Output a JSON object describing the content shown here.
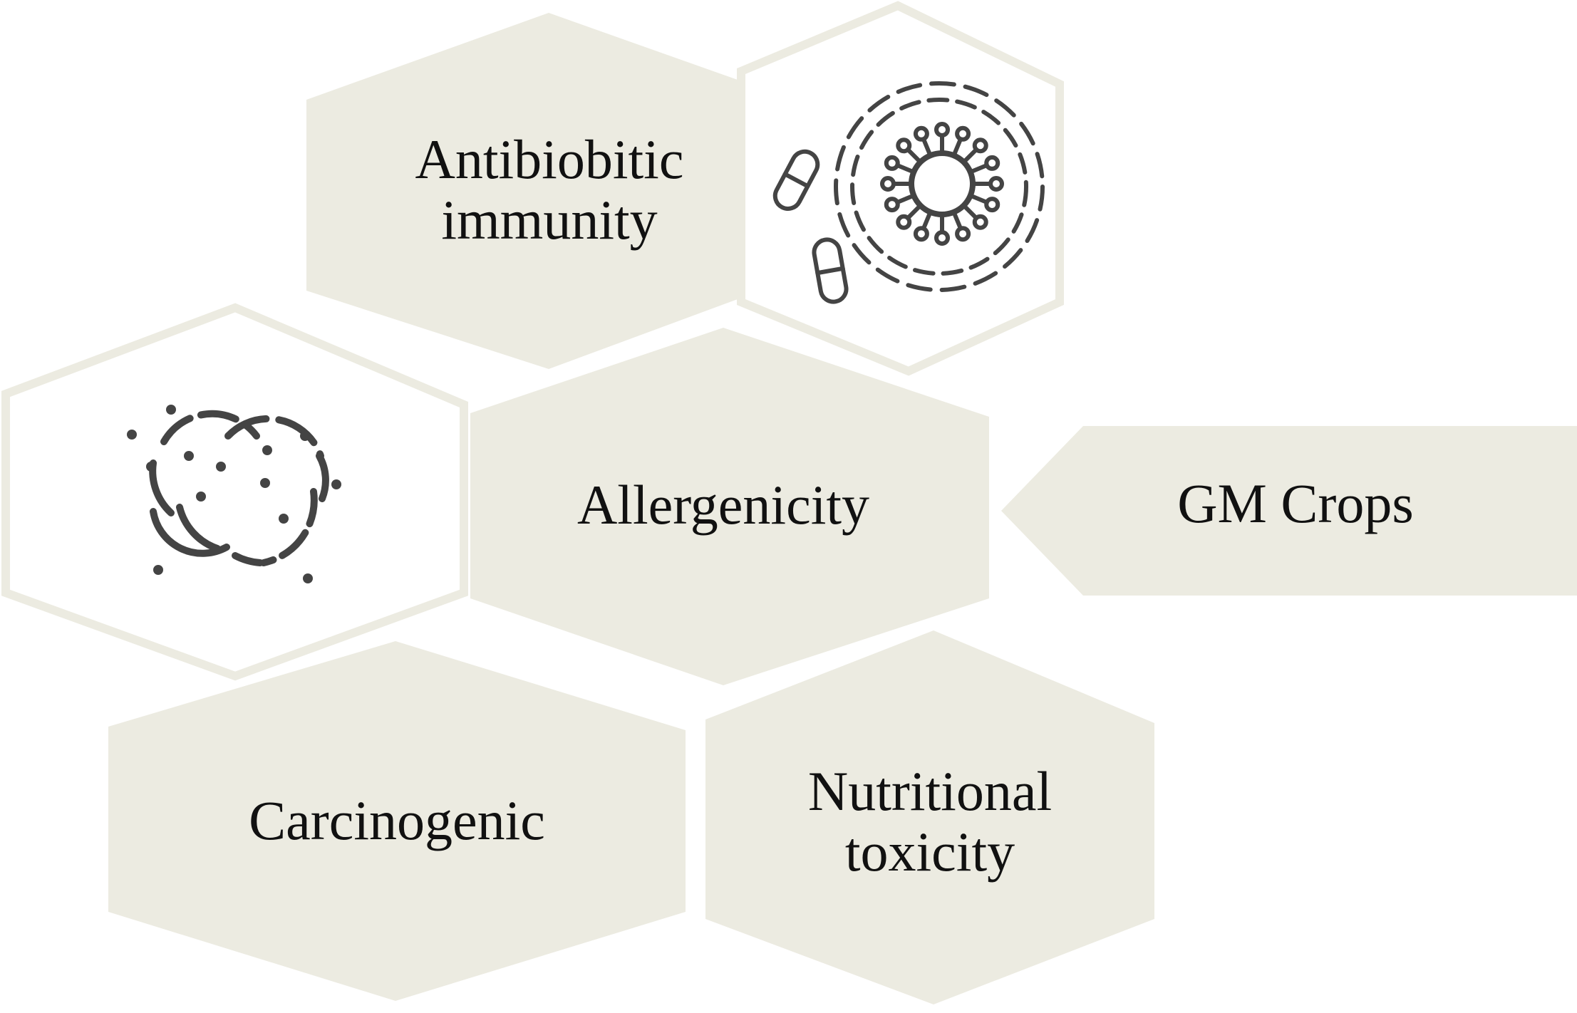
{
  "colors": {
    "tile_fill": "#ecebe1",
    "tile_outline": "#ecebe1",
    "icon_ink": "#444444",
    "text": "#111111",
    "background": "#ffffff"
  },
  "tiles": {
    "antibiotic": {
      "line1": "Antibiobitic",
      "line2": "immunity"
    },
    "allergenicity": {
      "label": "Allergenicity"
    },
    "carcinogenic": {
      "label": "Carcinogenic"
    },
    "nutritional": {
      "line1": "Nutritional",
      "line2": "toxicity"
    }
  },
  "source": {
    "label": "GM Crops"
  },
  "icons": {
    "top": "virus-and-pills-icon",
    "left": "bacteria-cluster-icon"
  }
}
